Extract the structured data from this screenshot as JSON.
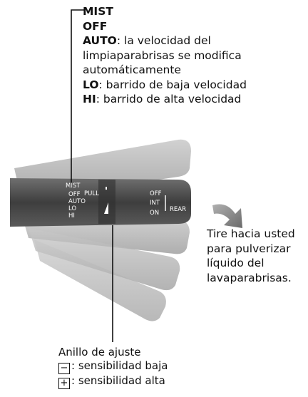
{
  "callout_top": {
    "mist": "MIST",
    "off": "OFF",
    "auto_key": "AUTO",
    "auto_desc": ": la velocidad del",
    "auto_desc_2": "limpiaparabrisas se modifica",
    "auto_desc_3": "automáticamente",
    "lo_key": "LO",
    "lo_desc": ": barrido de baja velocidad",
    "hi_key": "HI",
    "hi_desc": ": barrido de alta velocidad"
  },
  "callout_side": {
    "line1": "Tire hacia usted",
    "line2": "para pulverizar",
    "line3": "líquido del",
    "line4": "lavaparabrisas."
  },
  "callout_bottom": {
    "title": "Anillo de ajuste",
    "minus_symbol": "−",
    "minus_desc": ": sensibilidad baja",
    "plus_symbol": "+",
    "plus_desc": ": sensibilidad alta"
  },
  "lever_labels": {
    "mist": "MIST",
    "off": "OFF",
    "auto": "AUTO",
    "lo": "LO",
    "hi": "HI",
    "pull": "PULL",
    "rear_off": "OFF",
    "rear_int": "INT",
    "rear_on": "ON",
    "rear": "REAR"
  },
  "colors": {
    "lever_dark": "#4a4a4a",
    "lever_mid": "#7b7b7b",
    "lever_light": "#b5b5b5",
    "arrow": "#8a8a8a"
  }
}
